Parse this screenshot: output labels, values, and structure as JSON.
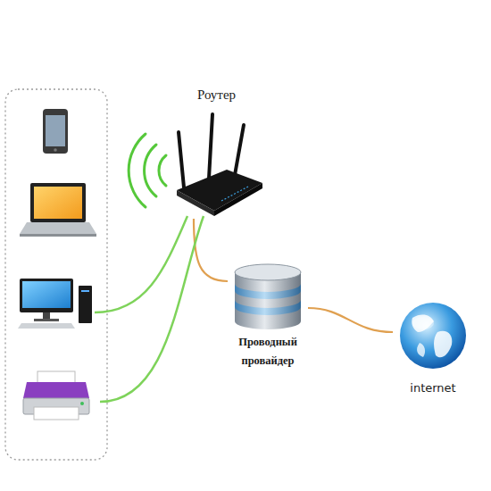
{
  "diagram": {
    "nodes": [
      {
        "text": [
          "Роутер"
        ]
      },
      {
        "text": [
          "Проводный провайдер"
        ]
      },
      {
        "text": [
          "internet"
        ]
      }
    ],
    "edges": [
      {
        "from": 0,
        "to": 1,
        "arrow": "none"
      },
      {
        "from": 1,
        "to": 2,
        "arrow": "none"
      }
    ]
  }
}
